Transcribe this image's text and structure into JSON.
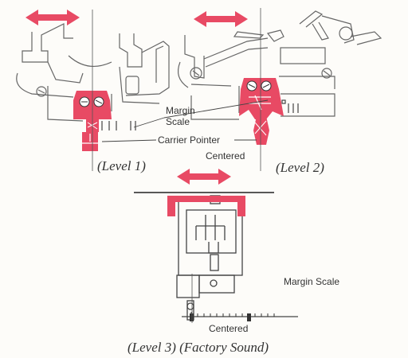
{
  "labels": {
    "margin_scale_top": "Margin\nScale",
    "carrier_pointer": "Carrier Pointer",
    "centered_top": "Centered",
    "margin_scale_bottom": "Margin Scale",
    "centered_bottom": "Centered"
  },
  "captions": {
    "level1": "(Level 1)",
    "level2": "(Level 2)",
    "level3": "(Level 3) (Factory Sound)"
  },
  "colors": {
    "accent": "#e84a64",
    "line": "#555555",
    "ink": "#333333"
  },
  "icons": {
    "move_arrow": "double-headed-arrow-icon"
  }
}
